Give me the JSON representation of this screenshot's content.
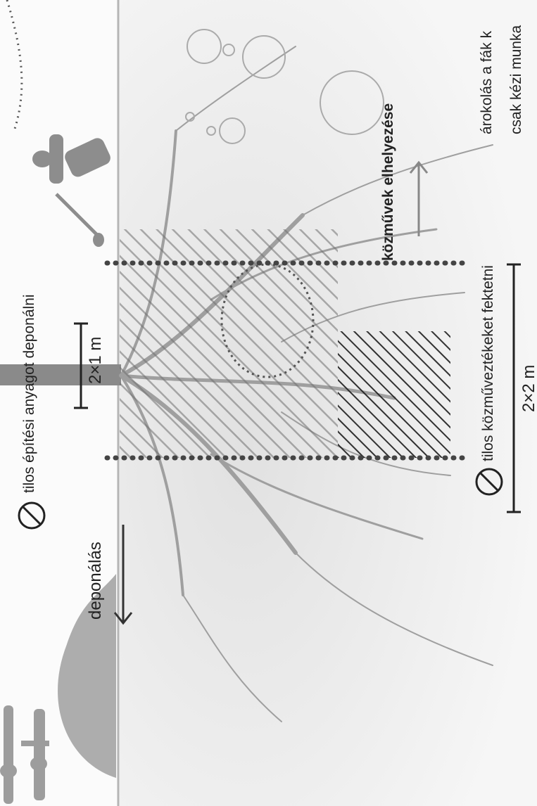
{
  "labels": {
    "no_material_deposit": "tilos építési anyagot deponálni",
    "depositing": "deponálás",
    "root_zone_width": "2×1 m",
    "no_utilities": "tilos közműveztékeket fektetni",
    "utilities_placement": "közművek elhelyezése",
    "trench_distance": "2×2 m",
    "trenching_line1": "árokolás a fák k",
    "trenching_line2": "csak kézi munka"
  },
  "icons": {
    "prohibition": "prohibition-icon",
    "arrow_left": "arrow-left-icon",
    "arrow_right": "arrow-right-icon"
  },
  "colors": {
    "tree": "#8a8a8a",
    "roots": "#a8a8a8",
    "soil": "#e2e2e2",
    "dots": "#555555",
    "hatch_dark": "#222222",
    "text": "#222222"
  }
}
